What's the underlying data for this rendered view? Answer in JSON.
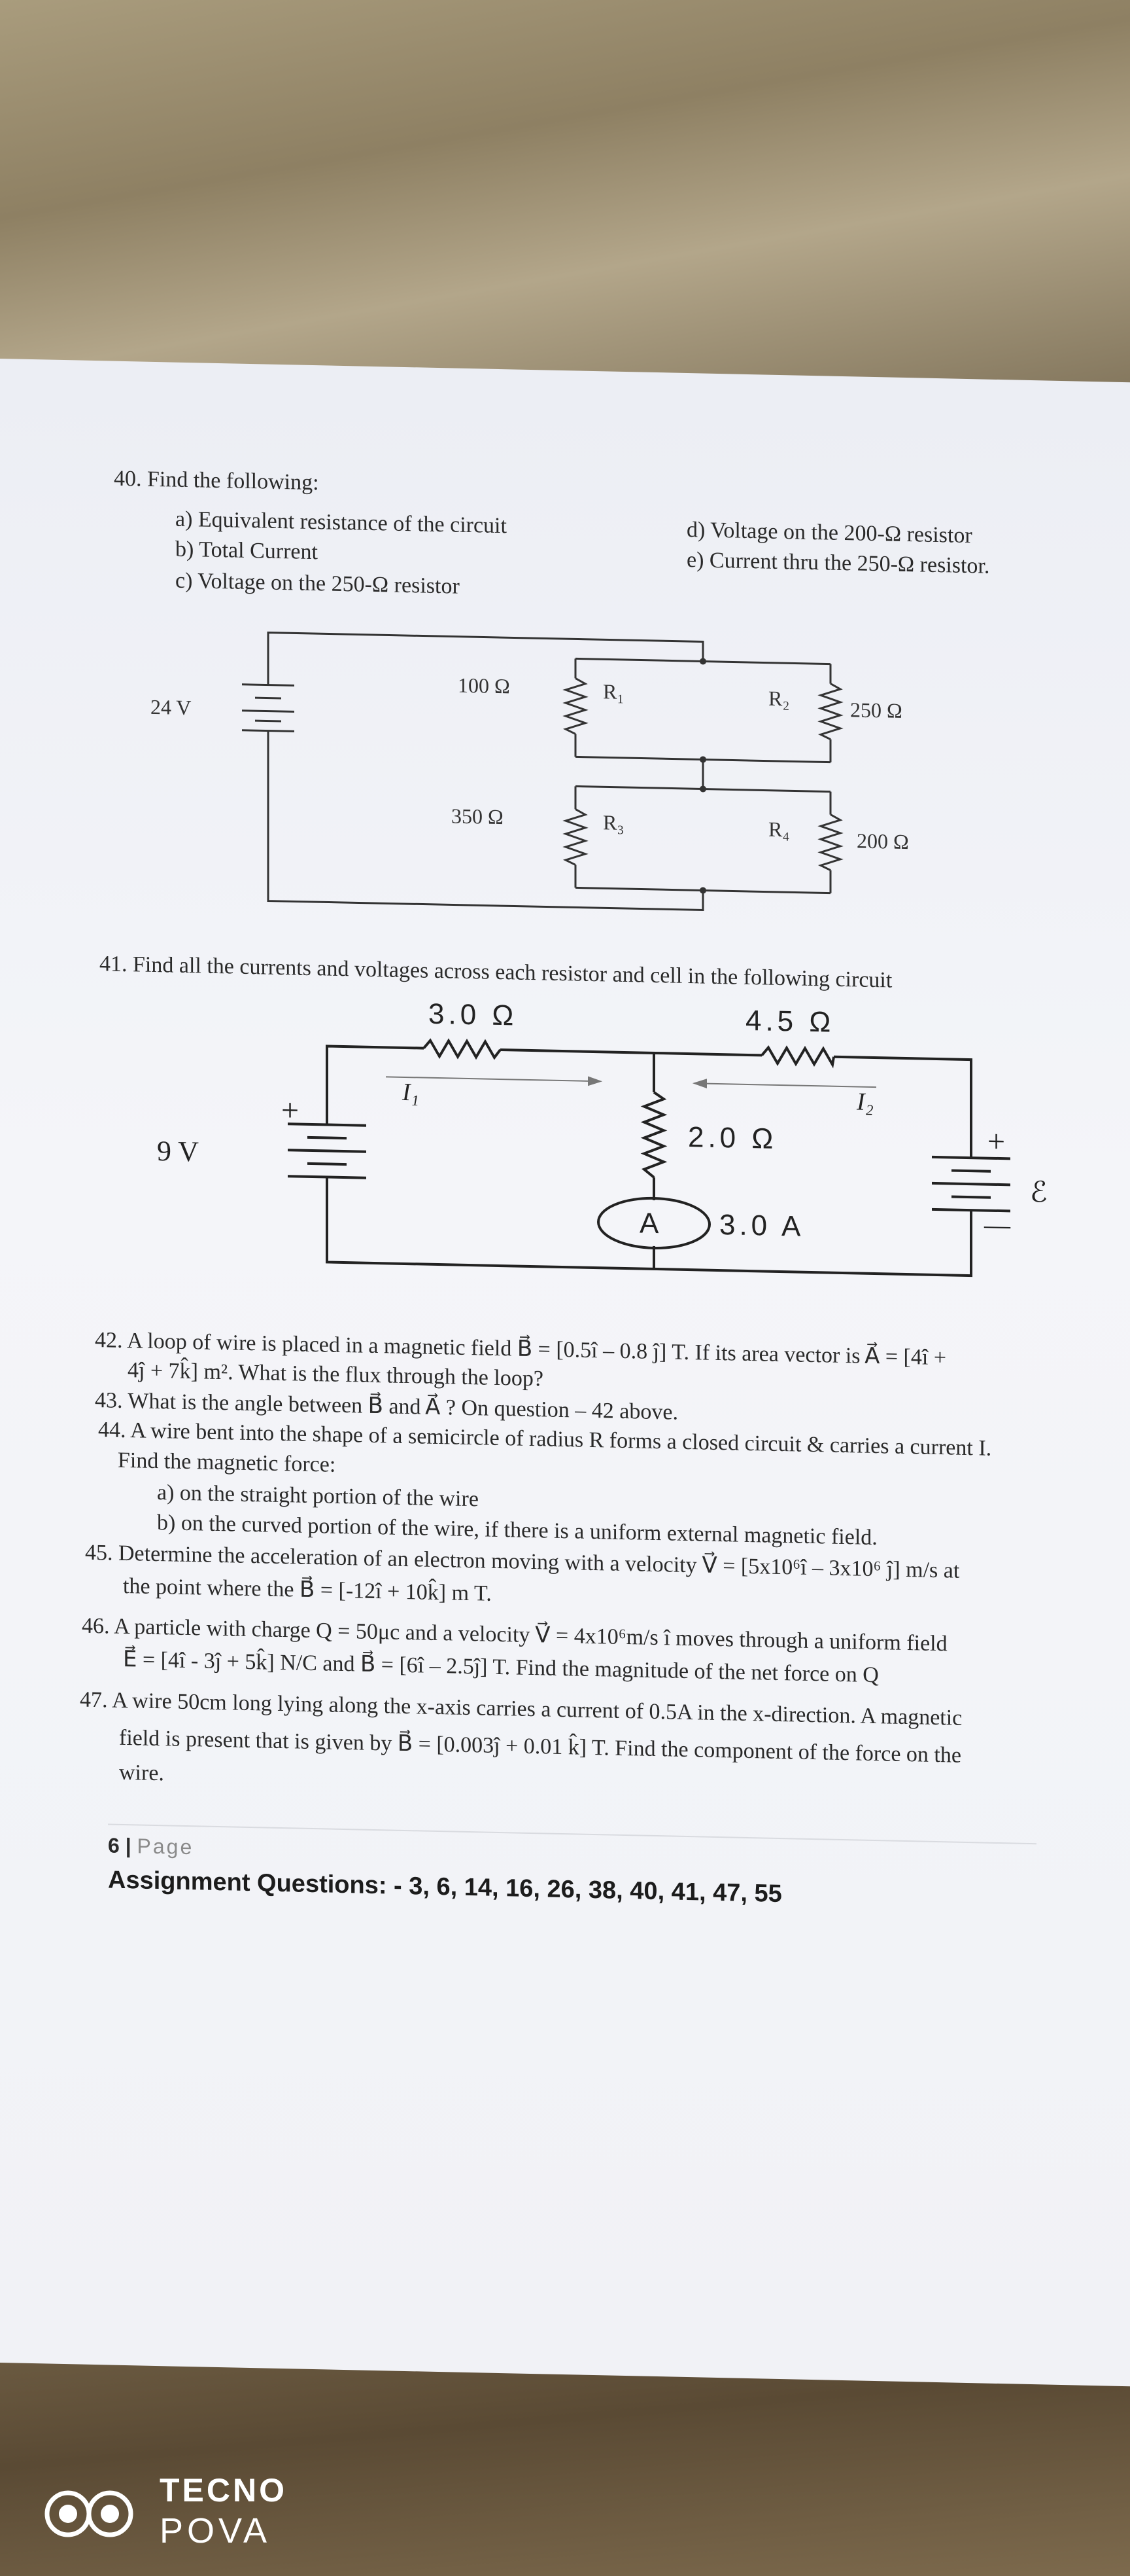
{
  "q40": {
    "heading": "40. Find the following:",
    "a": "a)  Equivalent resistance of the circuit",
    "b": "b)  Total Current",
    "c": "c)  Voltage on the 250-Ω resistor",
    "d": "d)  Voltage on the 200-Ω resistor",
    "e": "e)  Current thru the 250-Ω resistor.",
    "circuit": {
      "battery": "24 V",
      "r1_value": "100 Ω",
      "r1_label": "R₁",
      "r2_value": "250 Ω",
      "r2_label": "R₂",
      "r3_value": "350 Ω",
      "r3_label": "R₃",
      "r4_value": "200 Ω",
      "r4_label": "R₄"
    }
  },
  "q41": {
    "heading": "41. Find all the currents and voltages across each resistor and cell in the following circuit",
    "circuit": {
      "r_left": "3.0 Ω",
      "r_right": "4.5 Ω",
      "r_middle": "2.0 Ω",
      "battery_left": "9 V",
      "battery_right": "ℰ",
      "ammeter": "A",
      "ammeter_reading": "3.0 A",
      "i1": "I₁",
      "i2": "I₂",
      "plus": "+",
      "minus": "—"
    }
  },
  "q42": {
    "line1": "42. A loop of wire is placed in a magnetic field  B⃗  = [0.5î – 0.8 ĵ] T.  If its area vector is A⃗  = [4î +",
    "line2": "4ĵ + 7k̂] m². What is the flux through the loop?"
  },
  "q43": "43. What is the angle between B⃗ and A⃗ ? On question – 42 above.",
  "q44": {
    "line1": "44. A wire bent into the shape of a semicircle of radius R forms a closed circuit & carries a current I.",
    "line2": "Find the magnetic force:",
    "a": "a)  on the straight portion of the wire",
    "b": "b)  on the curved portion of the wire, if there is a uniform external magnetic field."
  },
  "q45": {
    "line1": "45. Determine the acceleration of an electron moving with a velocity V⃗ = [5x10⁶î – 3x10⁶ ĵ] m/s at",
    "line2": "the point where the B⃗  = [-12î + 10k̂] m T."
  },
  "q46": {
    "line1": "46. A particle with charge Q = 50μc and a velocity V⃗ = 4x10⁶m/s î moves through a uniform field",
    "line2": "E⃗  = [4î - 3ĵ + 5k̂] N/C and B⃗  = [6î – 2.5ĵ] T. Find the magnitude of the net force on Q"
  },
  "q47": {
    "line1": "47. A wire 50cm long lying along the x-axis carries a current of 0.5A in the x-direction. A magnetic",
    "line2": "field is present that is given by  B⃗  = [0.003ĵ + 0.01 k̂] T. Find the component of the force on the",
    "line3": "wire."
  },
  "footer": {
    "page_num": "6 | ",
    "page_word": "Page",
    "assignment": "Assignment Questions: - 3, 6, 14, 16, 26, 38, 40, 41, 47, 55"
  },
  "watermark": {
    "brand": "TECNO",
    "model": "POVA"
  }
}
